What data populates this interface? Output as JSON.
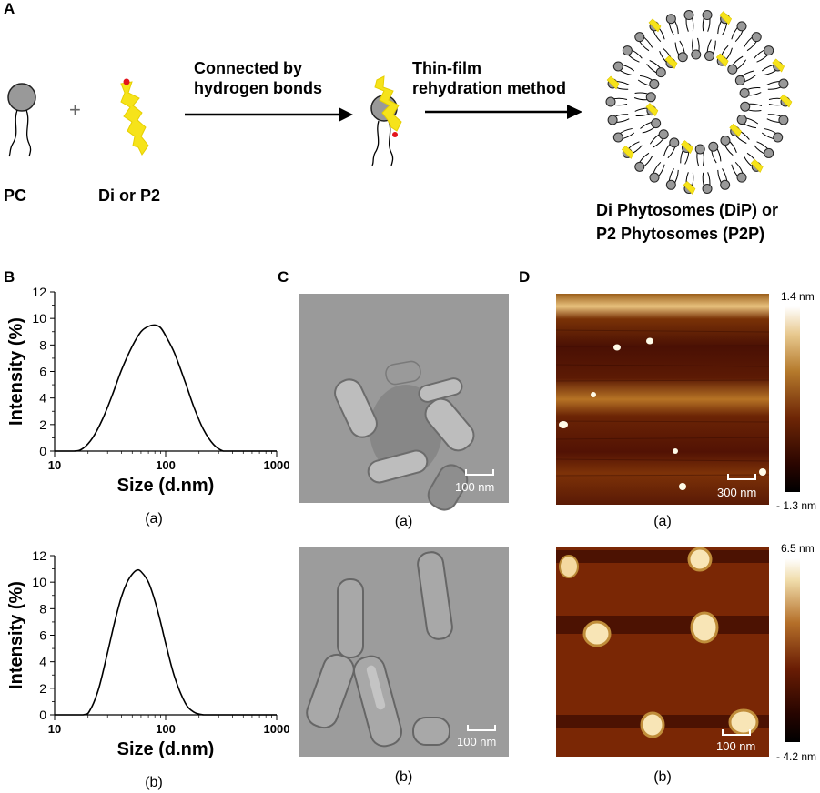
{
  "panels": {
    "A": "A",
    "B": "B",
    "C": "C",
    "D": "D"
  },
  "schematic": {
    "pc_label": "PC",
    "plus": "+",
    "di_label": "Di or P2",
    "step1": [
      "Connected by",
      "hydrogen bonds"
    ],
    "step2": [
      "Thin-film",
      "rehydration method"
    ],
    "product": [
      "Di Phytosomes (DiP) or",
      "P2 Phytosomes (P2P)"
    ]
  },
  "dls": [
    {
      "caption": "(a)",
      "ylabel": "Intensity  (%)",
      "xlabel": "Size (d.nm)",
      "yticks": [
        "0",
        "2",
        "4",
        "6",
        "8",
        "10",
        "12"
      ],
      "xticks": [
        "10",
        "100",
        "1000"
      ]
    },
    {
      "caption": "(b)",
      "ylabel": "Intensity  (%)",
      "xlabel": "Size (d.nm)",
      "yticks": [
        "0",
        "2",
        "4",
        "6",
        "8",
        "10",
        "12"
      ],
      "xticks": [
        "10",
        "100",
        "1000"
      ]
    }
  ],
  "tem": [
    {
      "caption": "(a)",
      "scale": "100 nm"
    },
    {
      "caption": "(b)",
      "scale": "100 nm"
    }
  ],
  "afm": [
    {
      "caption": "(a)",
      "scale": "300 nm",
      "cmax": "1.4 nm",
      "cmin": "- 1.3 nm"
    },
    {
      "caption": "(b)",
      "scale": "100 nm",
      "cmax": "6.5 nm",
      "cmin": "- 4.2 nm"
    }
  ],
  "chart_data": [
    {
      "type": "line",
      "xscale": "log",
      "xlim": [
        10,
        1000
      ],
      "ylim": [
        0,
        12
      ],
      "xlabel": "Size (d.nm)",
      "ylabel": "Intensity  (%)",
      "grid": false,
      "x": [
        10,
        15,
        18,
        22,
        27,
        33,
        40,
        50,
        60,
        70,
        80,
        90,
        100,
        120,
        150,
        180,
        220,
        270,
        330,
        400,
        1000
      ],
      "series": [
        {
          "values": [
            0,
            0,
            0.2,
            1.0,
            2.4,
            4.2,
            6.1,
            7.9,
            9.0,
            9.4,
            9.5,
            9.3,
            8.7,
            7.4,
            5.2,
            3.3,
            1.6,
            0.5,
            0,
            0,
            0
          ]
        }
      ]
    },
    {
      "type": "line",
      "xscale": "log",
      "xlim": [
        10,
        1000
      ],
      "ylim": [
        0,
        12
      ],
      "xlabel": "Size (d.nm)",
      "ylabel": "Intensity  (%)",
      "grid": false,
      "x": [
        10,
        18,
        21,
        25,
        30,
        35,
        40,
        45,
        50,
        55,
        60,
        70,
        80,
        90,
        100,
        120,
        150,
        180,
        220,
        260,
        1000
      ],
      "series": [
        {
          "values": [
            0,
            0,
            0.4,
            2.0,
            4.7,
            7.1,
            8.9,
            10.0,
            10.6,
            10.9,
            10.8,
            10.0,
            8.6,
            7.0,
            5.4,
            2.9,
            0.9,
            0.2,
            0,
            0,
            0
          ]
        }
      ]
    }
  ]
}
